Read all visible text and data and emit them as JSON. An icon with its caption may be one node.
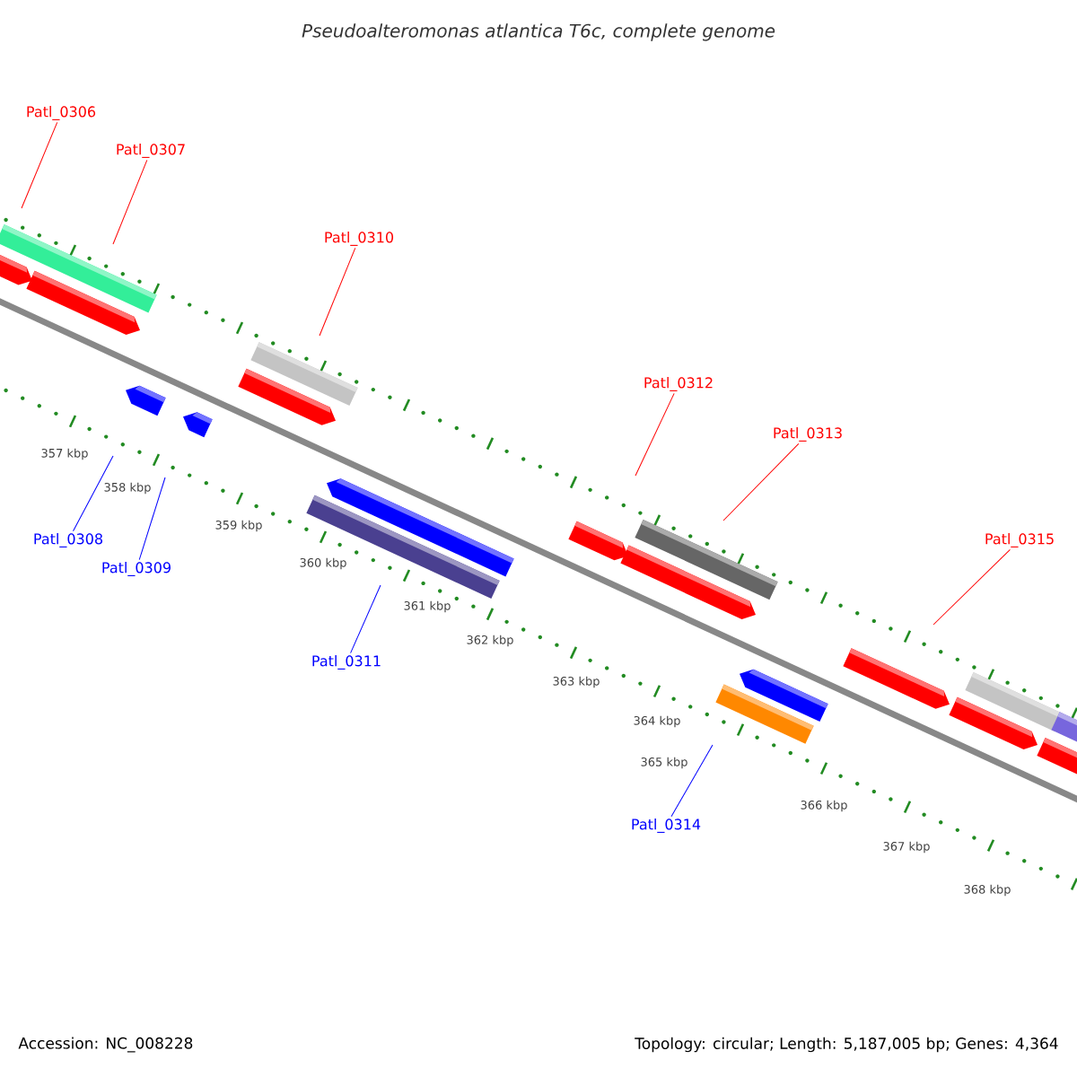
{
  "diagram": {
    "title": "*Pseudoalteromonas atlantica T6c, complete genome*",
    "nodes": [
      {
        "text": [
          "Patl_0306"
        ]
      },
      {
        "text": [
          "Patl_0307"
        ]
      },
      {
        "text": [
          "Patl_0310"
        ]
      },
      {
        "text": [
          "Patl_0312"
        ]
      },
      {
        "text": [
          "Patl_0313"
        ]
      },
      {
        "text": [
          "Patl_0315"
        ]
      },
      {
        "text": [
          "Patl_0308"
        ]
      },
      {
        "text": [
          "Patl_0309"
        ]
      },
      {
        "text": [
          "Patl_0311"
        ]
      },
      {
        "text": [
          "Patl_0314"
        ]
      }
    ],
    "edges": [
      {
        "from": 0,
        "to": null,
        "arrow": "none"
      },
      {
        "from": 1,
        "to": null,
        "arrow": "none"
      },
      {
        "from": 2,
        "to": null,
        "arrow": "none"
      },
      {
        "from": 3,
        "to": null,
        "arrow": "none"
      },
      {
        "from": 4,
        "to": null,
        "arrow": "none"
      },
      {
        "from": 5,
        "to": null,
        "arrow": "none"
      },
      {
        "from": 6,
        "to": null,
        "arrow": "none",
        "color": "#0000ff"
      },
      {
        "from": 7,
        "to": null,
        "arrow": "none",
        "color": "#0000ff"
      },
      {
        "from": 8,
        "to": null,
        "arrow": "none",
        "color": "#0000ff"
      },
      {
        "from": 9,
        "to": null,
        "arrow": "none",
        "color": "#0000ff"
      }
    ],
    "labels": [
      "357 kbp",
      "358 kbp",
      "359 kbp",
      "360 kbp",
      "361 kbp",
      "362 kbp",
      "363 kbp",
      "364 kbp",
      "365 kbp",
      "366 kbp",
      "367 kbp",
      "368 kbp",
      "Accession: NC_008228",
      "Topology: circular; Length: 5,187,005 bp; Genes: 4,364"
    ]
  }
}
